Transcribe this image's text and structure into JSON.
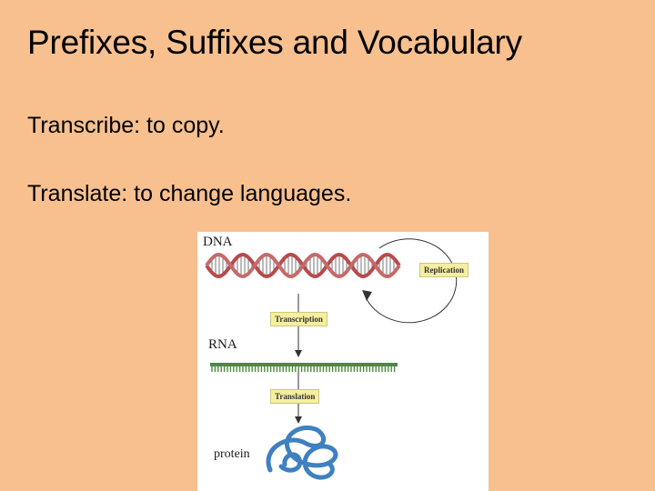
{
  "slide": {
    "title": "Prefixes, Suffixes and Vocabulary",
    "lines": [
      "Transcribe: to copy.",
      "Translate: to change languages."
    ]
  },
  "diagram": {
    "labels": {
      "dna": "DNA",
      "rna": "RNA",
      "protein": "protein"
    },
    "steps": {
      "replication": "Replication",
      "transcription": "Transcription",
      "translation": "Translation"
    },
    "colors": {
      "dna_strand": "#B84A4A",
      "rna_strand": "#4C8A3C",
      "protein": "#3F80C0",
      "label_box": "#F5EFA0",
      "background": "#F8C08F"
    }
  }
}
